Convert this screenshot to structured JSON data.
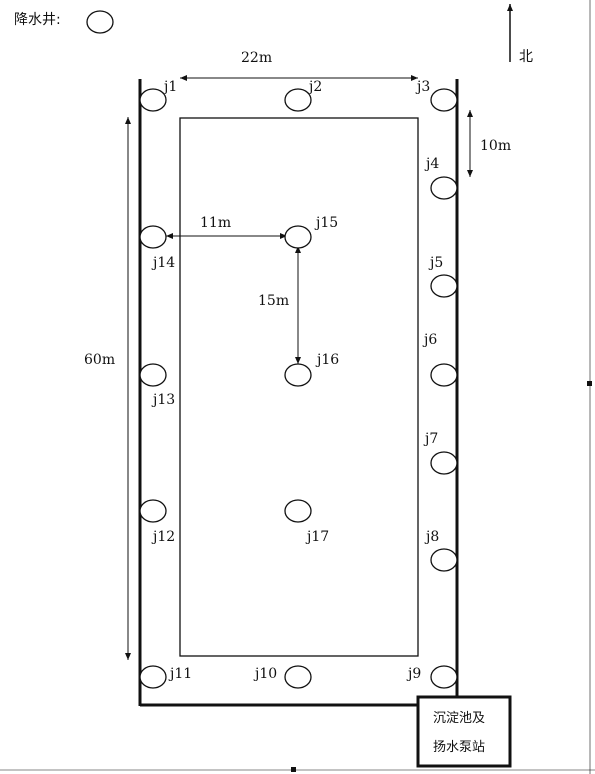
{
  "legend": {
    "label": "降水井:",
    "icon": "well-circle-icon"
  },
  "north": {
    "label": "北",
    "icon": "north-arrow-icon"
  },
  "dimensions": {
    "width": "22m",
    "length": "60m",
    "well_spacing": "10m",
    "offset_j14_j15": "11m",
    "offset_j15_j16": "15m"
  },
  "wells": {
    "j1": "j1",
    "j2": "j2",
    "j3": "j3",
    "j4": "j4",
    "j5": "j5",
    "j6": "j6",
    "j7": "j7",
    "j8": "j8",
    "j9": "j9",
    "j10": "j10",
    "j11": "j11",
    "j12": "j12",
    "j13": "j13",
    "j14": "j14",
    "j15": "j15",
    "j16": "j16",
    "j17": "j17"
  },
  "pump_station": {
    "line1": "沉淀池及",
    "line2": "扬水泵站"
  },
  "colors": {
    "line": "#111111",
    "background": "#ffffff"
  }
}
